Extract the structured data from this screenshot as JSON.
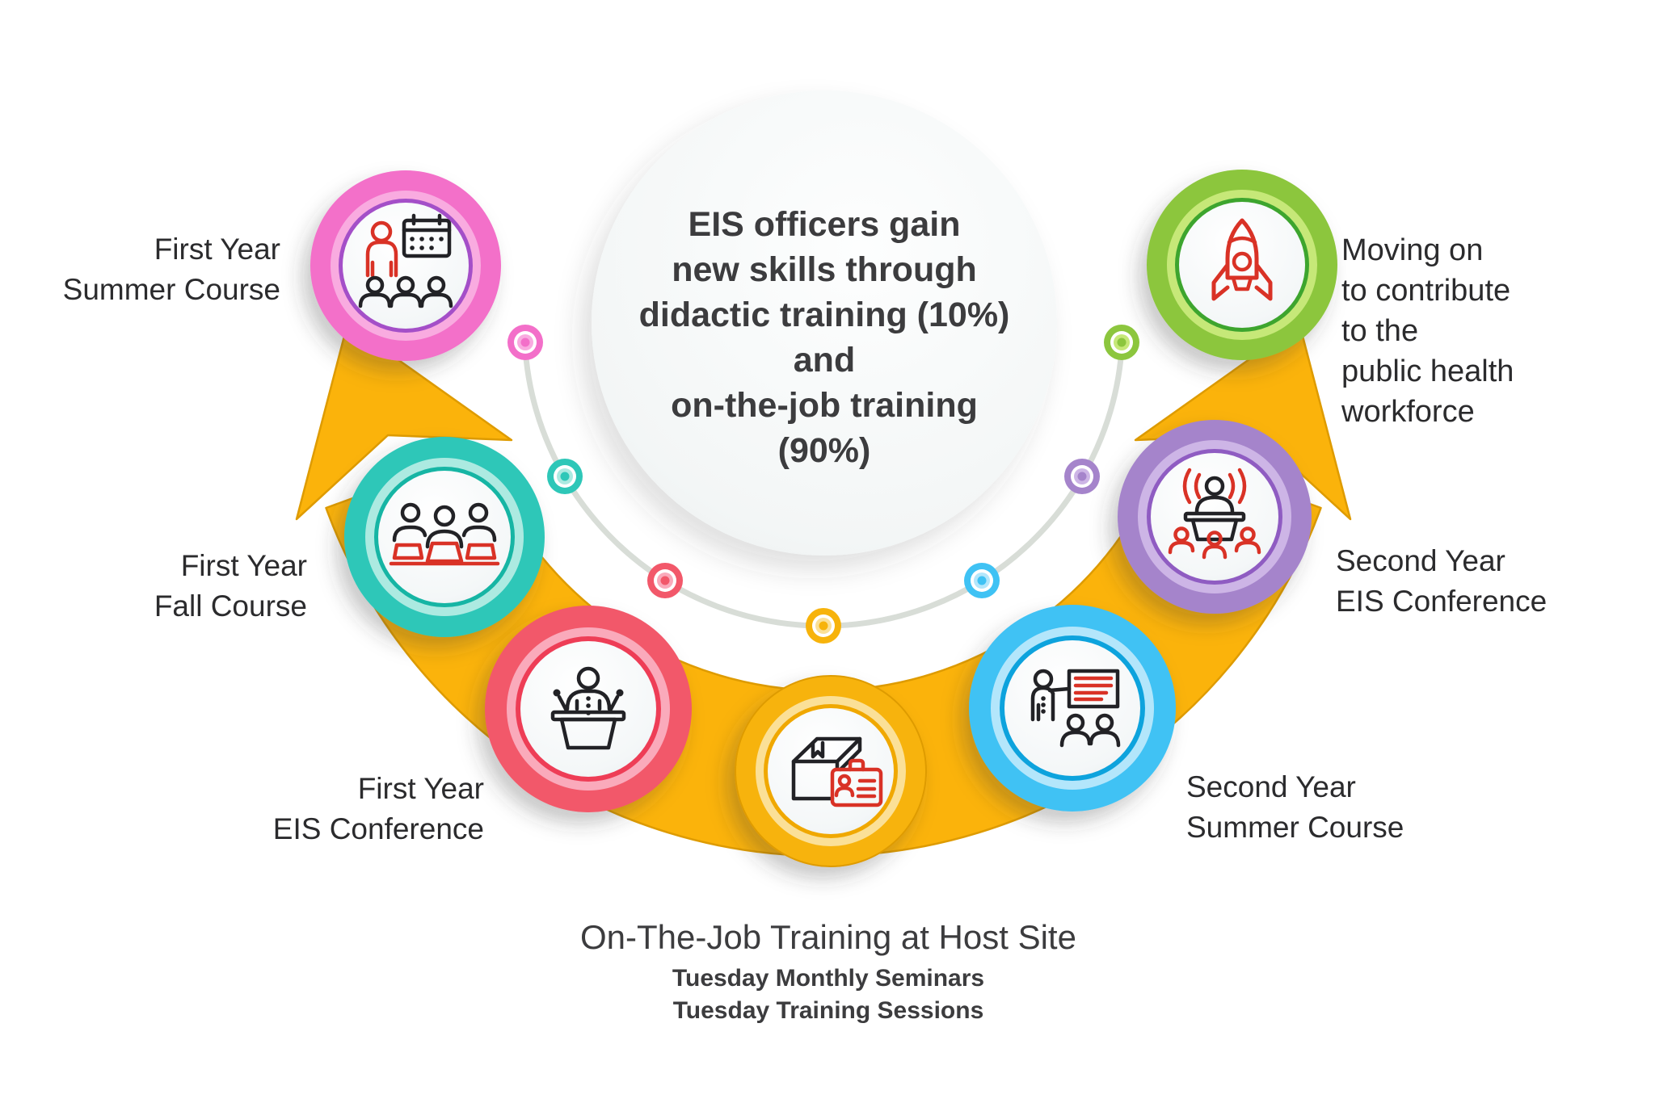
{
  "palette": {
    "ink": "#222225",
    "icon-red": "#D93226",
    "text-dark": "#3C3C3E",
    "text-label": "#2B2B2D",
    "arc-gray": "#D8DDD7",
    "band-fill": "#FBB30B",
    "band-stroke": "#DE9B00",
    "pink": "#F36FC9",
    "pink-tint": "#F9ABE0",
    "pink-ring": "#A44FC8",
    "teal": "#2EC7B8",
    "teal-tint": "#ACEAE1",
    "teal-ring": "#12B5A4",
    "coral": "#F2586A",
    "coral-tint": "#FAAABB",
    "coral-ring": "#EE3D57",
    "gold": "#F7B30B",
    "gold-tint": "#FBE097",
    "gold-ring": "#F0A800",
    "blue": "#3FC2F4",
    "blue-tint": "#B3E6FB",
    "blue-ring": "#0FA3DD",
    "purple": "#A584CB",
    "purple-tint": "#CDB5E6",
    "purple-ring": "#8F5BC2",
    "green": "#8CC63E",
    "green-tint": "#C6E878",
    "green-ring": "#3DA52F"
  },
  "center_circle": {
    "text": "EIS officers gain\nnew skills through\ndidactic training (10%)\nand\non-the-job training\n(90%)"
  },
  "stages": [
    {
      "name": "first-year-summer-course",
      "label": "First Year\nSummer Course",
      "color": "#F36FC9",
      "icon": "instructor-calendar-audience-icon"
    },
    {
      "name": "first-year-fall-course",
      "label": "First Year\nFall Course",
      "color": "#2EC7B8",
      "icon": "students-laptops-icon"
    },
    {
      "name": "first-year-eis-conference",
      "label": "First Year\nEIS Conference",
      "color": "#F2586A",
      "icon": "podium-speaker-icon"
    },
    {
      "name": "on-the-job-training",
      "label_title": "On-The-Job Training at Host Site",
      "label_sub": "Tuesday Monthly Seminars\nTuesday Training Sessions",
      "color": "#F7B30B",
      "icon": "book-idcard-icon"
    },
    {
      "name": "second-year-summer-course",
      "label": "Second Year\nSummer Course",
      "color": "#3FC2F4",
      "icon": "presenter-board-icon"
    },
    {
      "name": "second-year-eis-conference",
      "label": "Second Year\nEIS Conference",
      "color": "#A584CB",
      "icon": "conference-speaker-icon"
    },
    {
      "name": "moving-on",
      "label": "Moving on\nto contribute\nto the\npublic health\nworkforce",
      "color": "#8CC63E",
      "icon": "rocket-icon"
    }
  ]
}
